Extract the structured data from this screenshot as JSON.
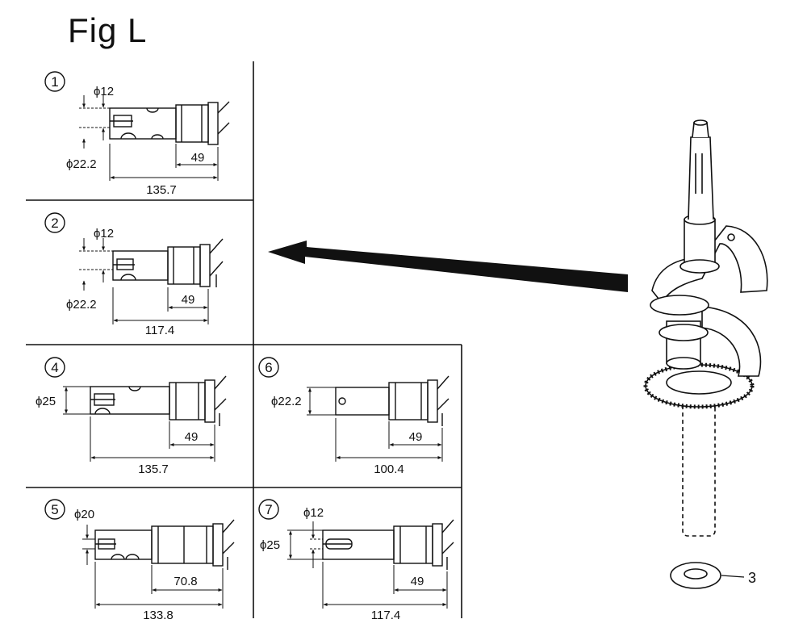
{
  "figure": {
    "title": "Fig L"
  },
  "panels": [
    {
      "id": "1",
      "dia_small": "ϕ12",
      "dia_large": "ϕ22.2",
      "len_short": "49",
      "len_total": "135.7"
    },
    {
      "id": "2",
      "dia_small": "ϕ12",
      "dia_large": "ϕ22.2",
      "len_short": "49",
      "len_total": "117.4"
    },
    {
      "id": "4",
      "dia": "ϕ25",
      "len_short": "49",
      "len_total": "135.7"
    },
    {
      "id": "6",
      "dia": "ϕ22.2",
      "len_short": "49",
      "len_total": "100.4"
    },
    {
      "id": "5",
      "dia": "ϕ20",
      "len_short": "70.8",
      "len_total": "133.8"
    },
    {
      "id": "7",
      "dia_small": "ϕ12",
      "dia_large": "ϕ25",
      "len_short": "49",
      "len_total": "117.4"
    }
  ],
  "crankshaft": {
    "part_number": "3"
  }
}
